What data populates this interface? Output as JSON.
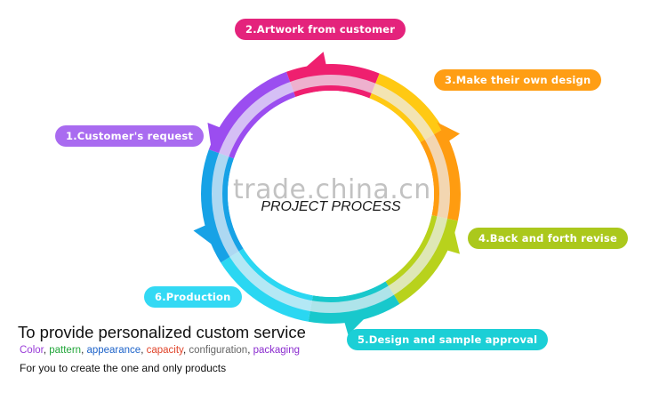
{
  "colors": {
    "purple": "#9b4df0",
    "magenta": "#ef1f6f",
    "yellow": "#ffc913",
    "orange": "#ff9c10",
    "lime": "#b8d21c",
    "teal": "#18c8cc",
    "cyan": "#2ad7f2",
    "blue": "#17a2e6"
  },
  "center_title": "PROJECT PROCESS",
  "watermark": "trade.china.cn",
  "steps": [
    {
      "label": "1.Customer's request",
      "color": "#a96bf0"
    },
    {
      "label": "2.Artwork from customer",
      "color": "#e4237c"
    },
    {
      "label": "3.Make their own design",
      "color": "#ff9e14"
    },
    {
      "label": "4.Back and forth revise",
      "color": "#abc81c"
    },
    {
      "label": "5.Design and sample approval",
      "color": "#1bcfd6"
    },
    {
      "label": "6.Production",
      "color": "#33d9f4"
    }
  ],
  "headline": "To provide personalized custom service",
  "attributes": [
    {
      "text": "Color",
      "color": "#9a3cd8"
    },
    {
      "text": "pattern",
      "color": "#22a63a"
    },
    {
      "text": "appearance",
      "color": "#1d63c9"
    },
    {
      "text": "capacity",
      "color": "#e0442a"
    },
    {
      "text": "configuration",
      "color": "#666666"
    },
    {
      "text": "packaging",
      "color": "#8b2ccf"
    }
  ],
  "attribute_separator": ", ",
  "tagline": "For you to create the one and only products"
}
